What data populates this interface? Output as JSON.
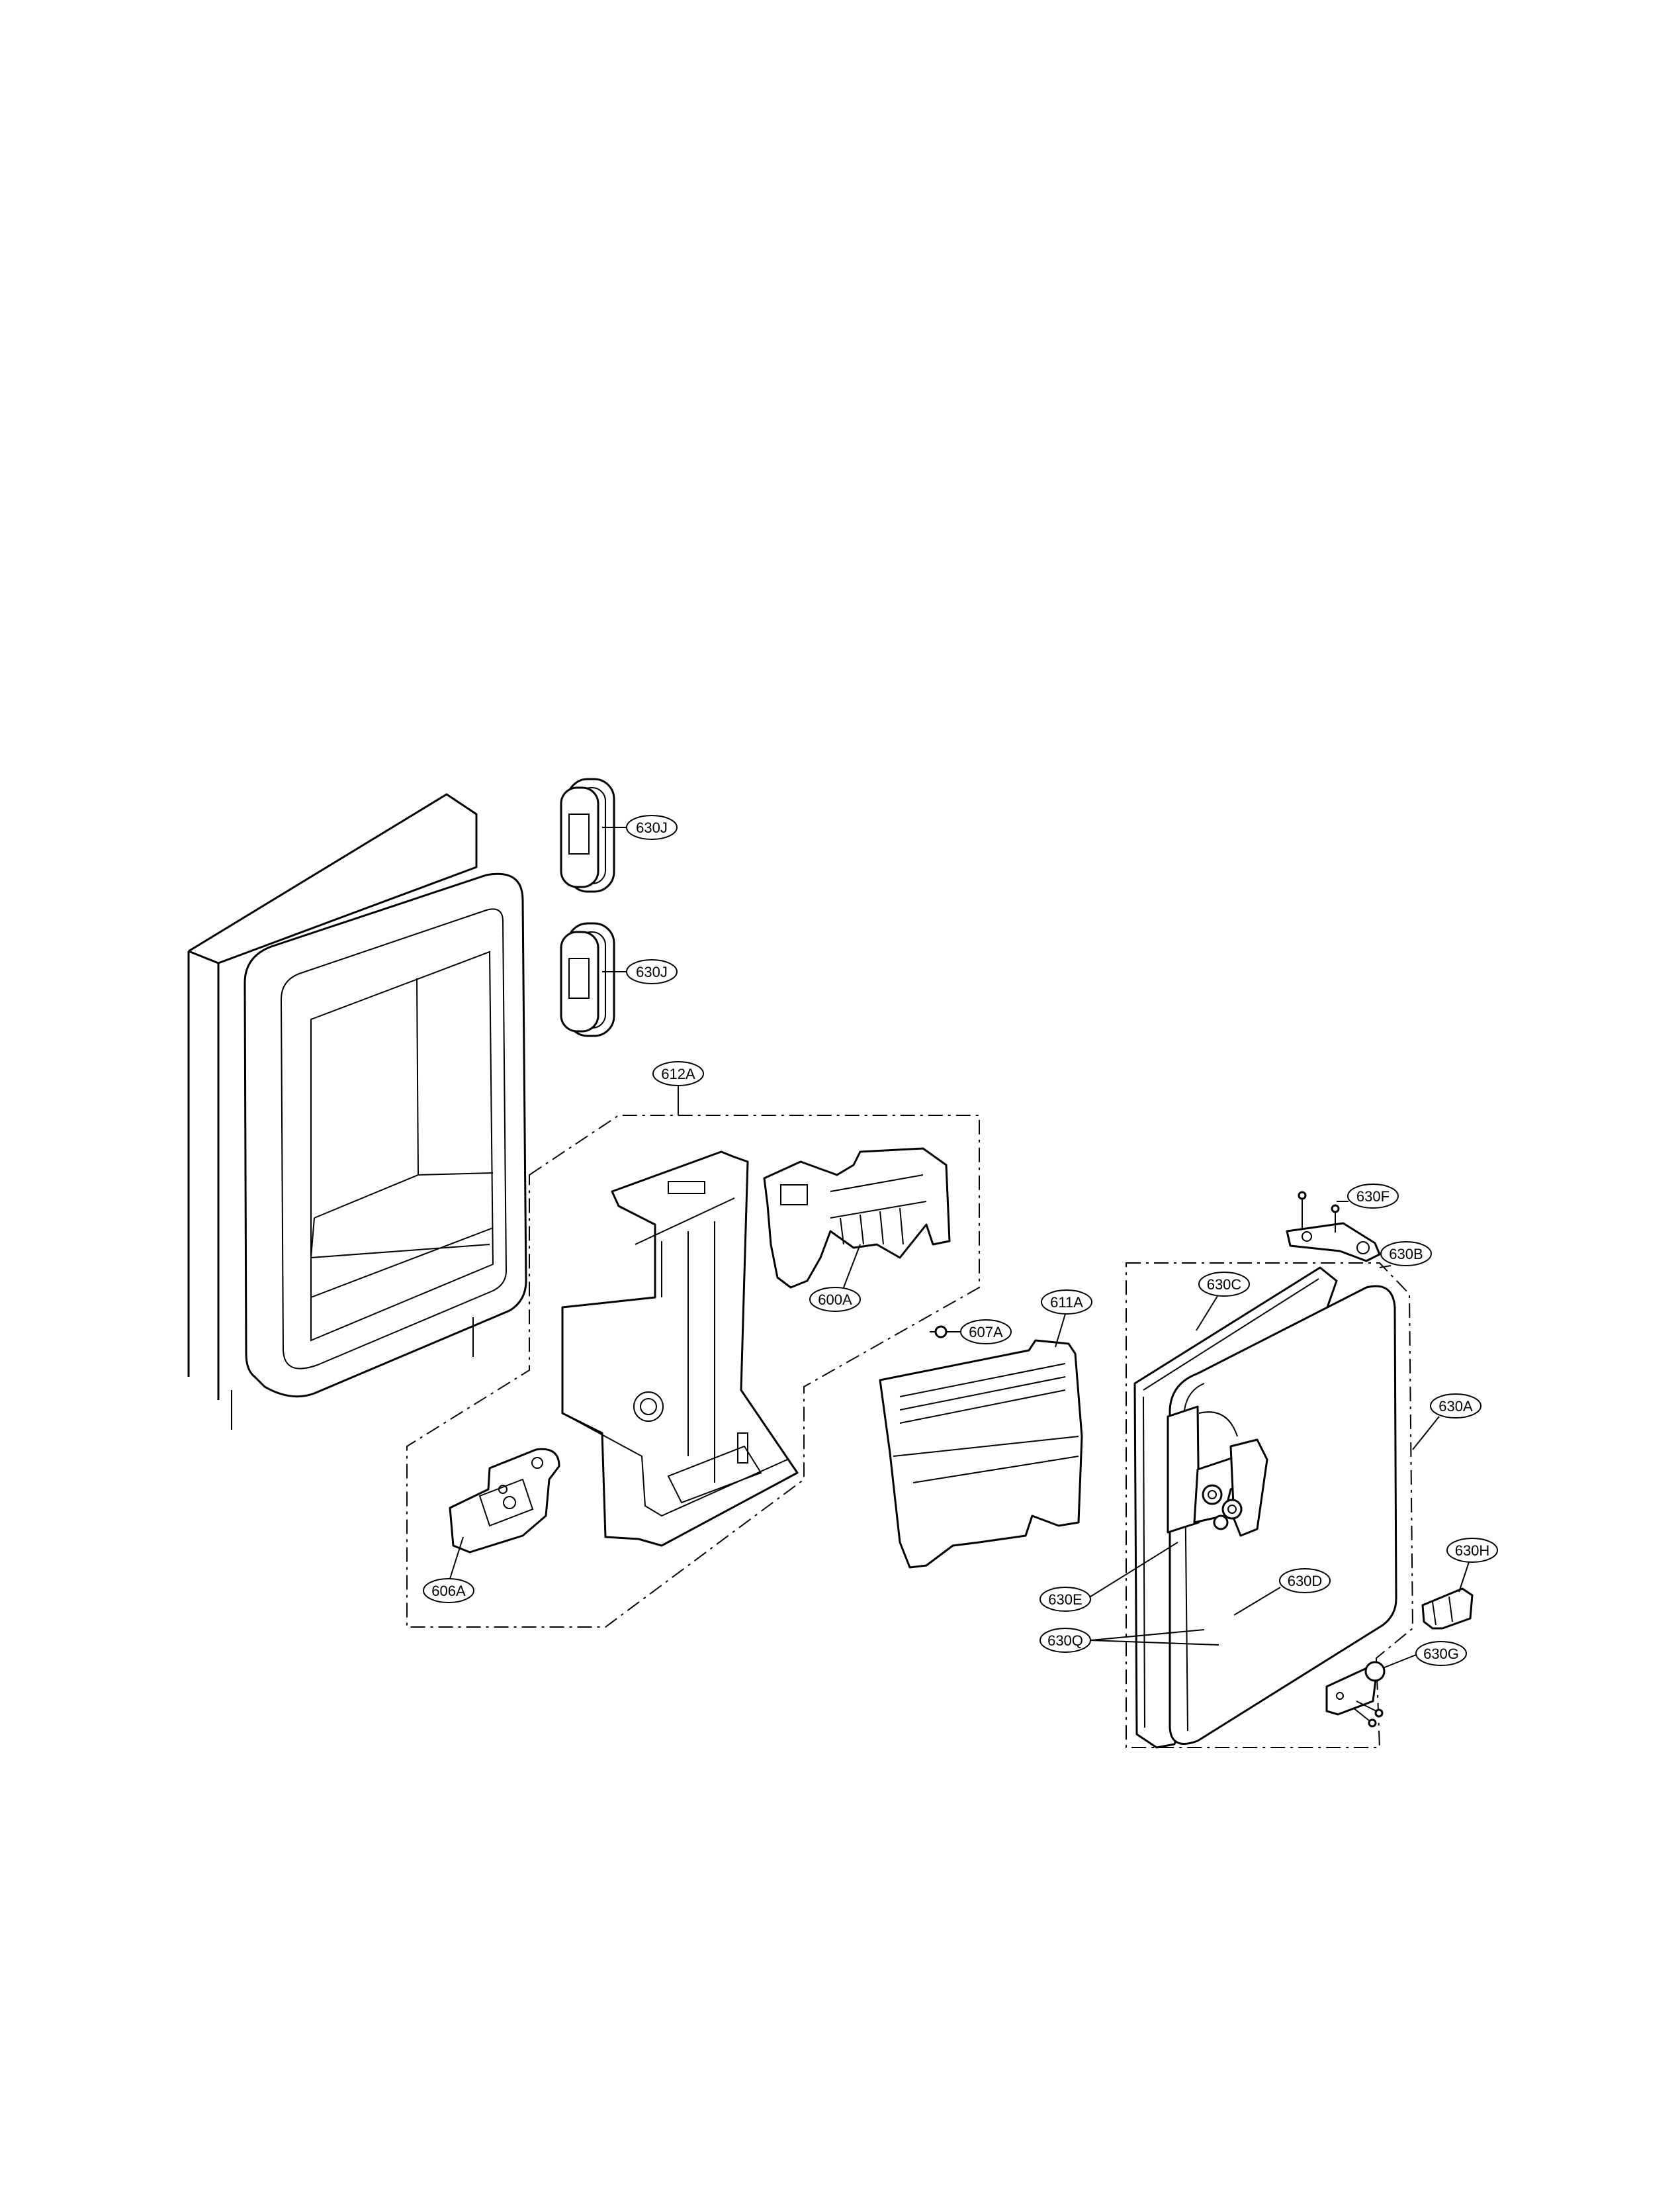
{
  "diagram": {
    "callouts": {
      "c630J_top": "630J",
      "c630J_bottom": "630J",
      "c612A": "612A",
      "c600A": "600A",
      "c607A": "607A",
      "c611A": "611A",
      "c606A": "606A",
      "c630F": "630F",
      "c630B": "630B",
      "c630C": "630C",
      "c630A": "630A",
      "c630H": "630H",
      "c630D": "630D",
      "c630E": "630E",
      "c630Q": "630Q",
      "c630G": "630G"
    },
    "colors": {
      "line": "#000000",
      "background": "#ffffff"
    }
  }
}
